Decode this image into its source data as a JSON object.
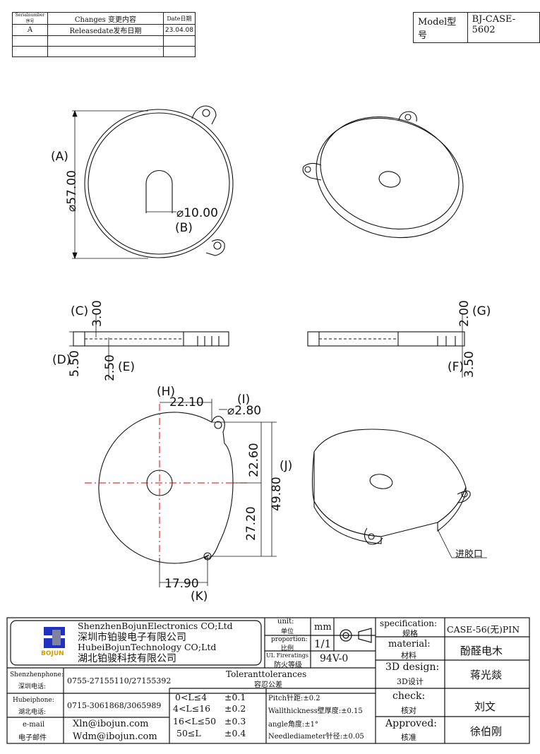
{
  "revision_table": {
    "headers": [
      "Serialnumber序号",
      "Changes 变更内容",
      "Date日期"
    ],
    "rows": [
      [
        "A",
        "Releasedate发布日期",
        "23.04.08"
      ],
      [
        "",
        "",
        ""
      ],
      [
        "",
        "",
        ""
      ]
    ]
  },
  "model": {
    "label": "Model型号",
    "value": "BJ-CASE-5602"
  },
  "view1": {
    "label_a": "(A)",
    "dim_a": "⌀57.00",
    "label_b": "(B)",
    "dim_b": "⌀10.00"
  },
  "side_left": {
    "label_c": "(C)",
    "dim_c": "3.00",
    "label_d": "(D)",
    "dim_d": "5.50",
    "dim_e": "2.50",
    "label_e": "(E)"
  },
  "side_right": {
    "dim_g": "2.00",
    "label_g": "(G)",
    "label_f": "(F)",
    "dim_f": "3.50"
  },
  "bottom_view": {
    "label_h": "(H)",
    "dim_h": "22.10",
    "label_i": "(I)",
    "dim_i": "⌀2.80",
    "dim_upper": "22.60",
    "label_j": "(J)",
    "dim_total": "49.80",
    "dim_lower": "27.20",
    "dim_k": "17.90",
    "label_k": "(K)"
  },
  "callout": {
    "gate": "进胶口"
  },
  "title_block": {
    "company_en1": "ShenzhenBojunElectronics CO;Ltd",
    "company_cn1": "深圳市铂骏电子有限公司",
    "company_en2": "HubeiBojunTechnology CO;Ltd",
    "company_cn2": "湖北铂骏科技有限公司",
    "logo_text": "BOJUN",
    "unit_label": "unit:",
    "unit_label_cn": "单位",
    "unit_value": "mm",
    "proportion_label": "proportion:",
    "proportion_label_cn": "比例",
    "proportion_value": "1/1",
    "ul_label": "UL Fireratings",
    "ul_label_cn": "防火等级",
    "ul_value": "94V-0",
    "spec_label": "specification:",
    "spec_label_cn": "规格",
    "spec_value": "CASE-56(无)PIN",
    "material_label": "material:",
    "material_label_cn": "材料",
    "material_value": "酚醛电木",
    "design_label": "3D design:",
    "design_label_cn": "3D设计",
    "design_value": "蒋光燚",
    "check_label": "check:",
    "check_label_cn": "核对",
    "check_value": "刘文",
    "approved_label": "Approved:",
    "approved_label_cn": "核准",
    "approved_value": "徐伯刚",
    "phone_sz_label": "Shenzhenphone:",
    "phone_sz_label_cn": "深圳电话:",
    "phone_sz": "0755-27155110/27155392",
    "phone_hb_label": "Hubeiphone:",
    "phone_hb_label_cn": "湖北电话:",
    "phone_hb": "0715-3061868/3065989",
    "email_label": "e-mail",
    "email_label_cn": "电子邮件",
    "email1": "Xln@ibojun.com",
    "email2": "Wdm@ibojun.com",
    "tol_title": "Toleranttolerances",
    "tol_title_cn": "容忍公差",
    "tol_rows": [
      [
        "0<L≤4",
        "±0.1"
      ],
      [
        "4<L≤16",
        "±0.2"
      ],
      [
        "16<L≤50",
        "±0.3"
      ],
      [
        "50≤L",
        "±0.4"
      ]
    ],
    "tol_notes": [
      "Pitch针距:±0.2",
      "Wallthickness壁厚度:±0.15",
      "angle角度:±1°",
      "Needlediameter针径:±0.05"
    ]
  }
}
